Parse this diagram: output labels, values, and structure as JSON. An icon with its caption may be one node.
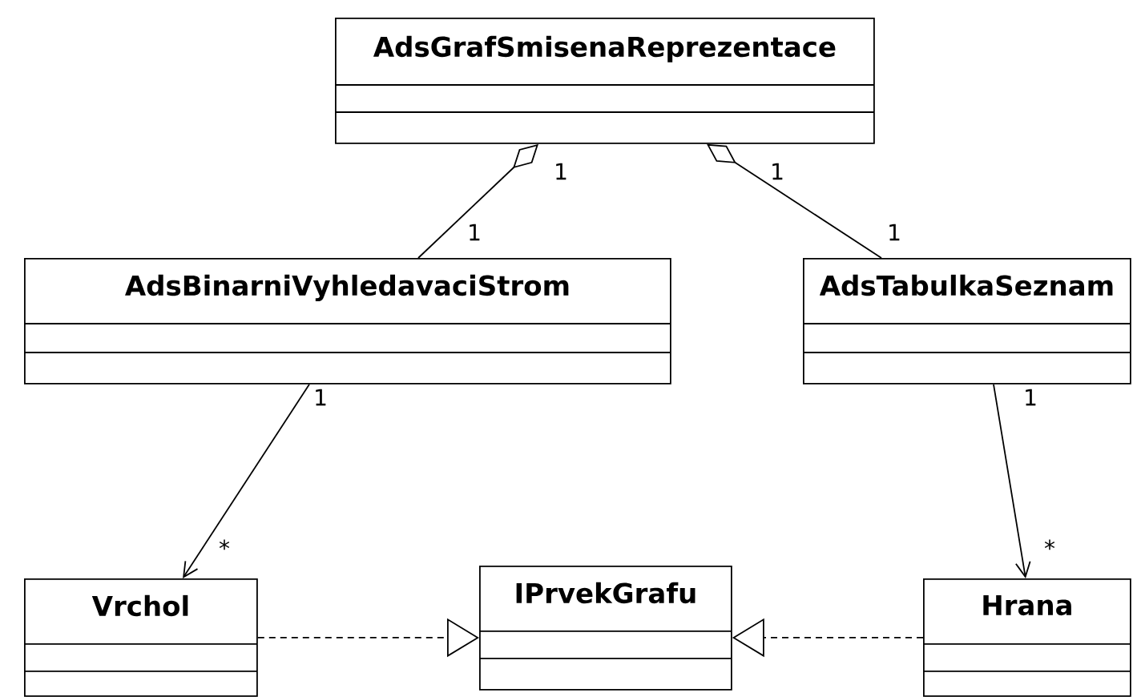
{
  "diagram": {
    "nodes": [
      {
        "text": [
          "AdsGrafSmisenaReprezentace"
        ]
      },
      {
        "text": [
          "AdsBinarniVyhledavaciStrom"
        ]
      },
      {
        "text": [
          "AdsTabulkaSeznam"
        ]
      },
      {
        "text": [
          "Vrchol"
        ]
      },
      {
        "text": [
          "IPrvekGrafu"
        ]
      },
      {
        "text": [
          "Hrana"
        ]
      }
    ],
    "edges": [
      {
        "from": 0,
        "to": 1,
        "arrow": "other"
      },
      {
        "from": 0,
        "to": 2,
        "arrow": "other"
      },
      {
        "from": 1,
        "to": 3,
        "arrow": "to"
      },
      {
        "from": 2,
        "to": 5,
        "arrow": "to"
      },
      {
        "from": 3,
        "to": 4,
        "arrow": "to",
        "style": "dashed"
      },
      {
        "from": 5,
        "to": 4,
        "arrow": "to",
        "style": "dashed"
      }
    ],
    "labels": [
      "1",
      "1",
      "1",
      "1",
      "1",
      "1",
      "*",
      "*"
    ]
  }
}
